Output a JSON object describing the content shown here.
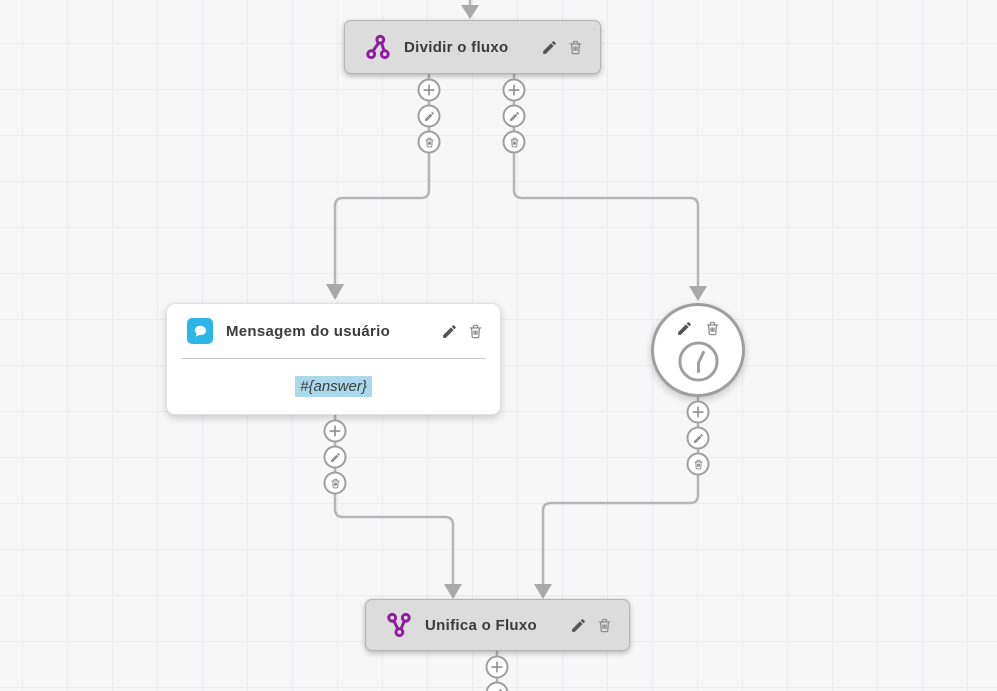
{
  "canvas": {
    "background_color": "#f7f7f8",
    "grid_line_color": "#e9ecf3",
    "edge_color": "#b5b5b5",
    "arrow_color": "#a9a9a9"
  },
  "nodes": {
    "split": {
      "title": "Dividir o fluxo",
      "icon": "split-flow-icon",
      "icon_color": "#8e1c9e",
      "actions": {
        "edit": "edit",
        "delete": "delete"
      }
    },
    "user_message": {
      "title": "Mensagem do usuário",
      "icon": "chat-bubble-icon",
      "icon_bg": "#2cb5e8",
      "body_text": "#{answer}",
      "body_highlight": "#abd9eb",
      "actions": {
        "edit": "edit",
        "delete": "delete"
      }
    },
    "timer": {
      "icon": "clock-icon",
      "border_color": "#9e9e9e",
      "actions": {
        "edit": "edit",
        "delete": "delete"
      }
    },
    "merge": {
      "title": "Unifica o Fluxo",
      "icon": "merge-flow-icon",
      "icon_color": "#8e1c9e",
      "actions": {
        "edit": "edit",
        "delete": "delete"
      }
    }
  },
  "connector_buttons": {
    "add": "add",
    "edit": "edit",
    "delete": "delete"
  }
}
